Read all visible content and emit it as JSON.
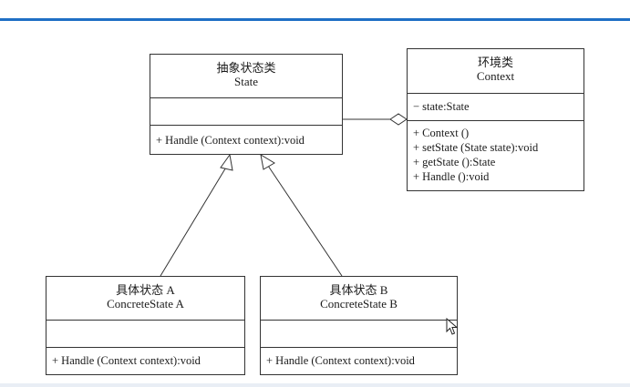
{
  "diagram": {
    "state_class": {
      "name_cn": "抽象状态类",
      "name_en": "State",
      "attributes": [],
      "operations": [
        "+ Handle (Context context):void"
      ]
    },
    "context_class": {
      "name_cn": "环境类",
      "name_en": "Context",
      "attributes": [
        "− state:State"
      ],
      "operations": [
        "+ Context ()",
        "+ setState (State state):void",
        "+ getState ():State",
        "+ Handle ():void"
      ]
    },
    "concrete_a": {
      "name_cn": "具体状态 A",
      "name_en": "ConcreteState A",
      "attributes": [],
      "operations": [
        "+ Handle (Context context):void"
      ]
    },
    "concrete_b": {
      "name_cn": "具体状态 B",
      "name_en": "ConcreteState B",
      "attributes": [],
      "operations": [
        "+ Handle (Context context):void"
      ]
    },
    "relationships": [
      {
        "type": "aggregation",
        "from": "context_class",
        "to": "state_class"
      },
      {
        "type": "generalization",
        "from": "concrete_a",
        "to": "state_class"
      },
      {
        "type": "generalization",
        "from": "concrete_b",
        "to": "state_class"
      }
    ]
  }
}
